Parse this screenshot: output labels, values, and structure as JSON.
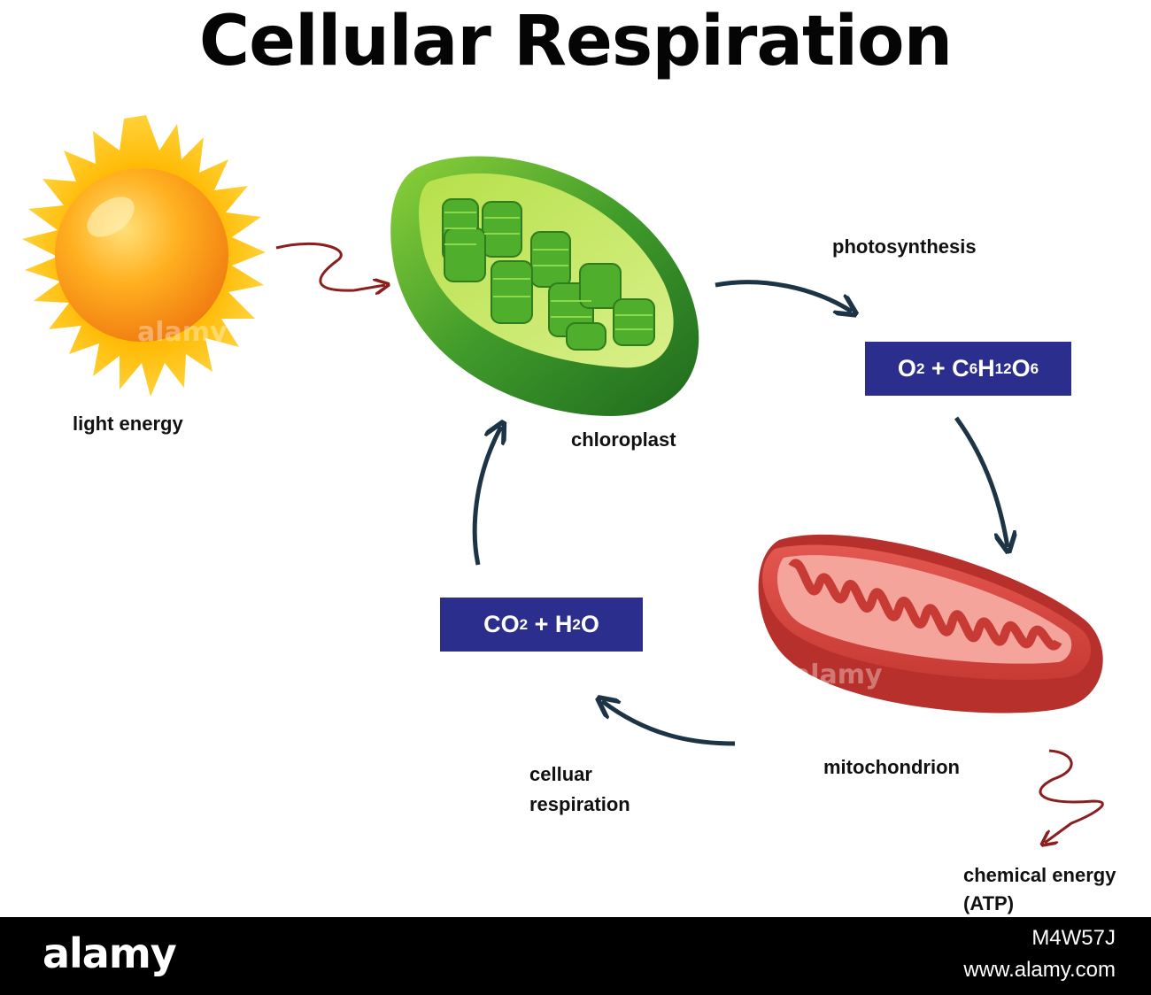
{
  "title": "Cellular Respiration",
  "labels": {
    "light_energy": "light energy",
    "chloroplast": "chloroplast",
    "photosynthesis": "photosynthesis",
    "mitochondrion": "mitochondrion",
    "cellular_respiration_line1": "celluar",
    "cellular_respiration_line2": "respiration",
    "chemical_energy_line1": "chemical energy",
    "chemical_energy_line2": "(ATP)"
  },
  "formulas": {
    "products": {
      "o": "O",
      "o_sub": "2",
      "plus": " + C",
      "c_sub": "6",
      "h": "H",
      "h_sub": "12",
      "o2": "O",
      "o2_sub": "6"
    },
    "reactants": {
      "co": "CO",
      "co_sub": "2",
      "plus": " + H",
      "h_sub": "2",
      "o": "O"
    }
  },
  "footer": {
    "brand": "alamy",
    "image_id": "M4W57J",
    "site": "www.alamy.com"
  },
  "watermark": "alamy",
  "colors": {
    "formula_box": "#2b2e8c",
    "cycle_arrow": "#1c3445",
    "energy_arrow": "#8b1e1e"
  }
}
